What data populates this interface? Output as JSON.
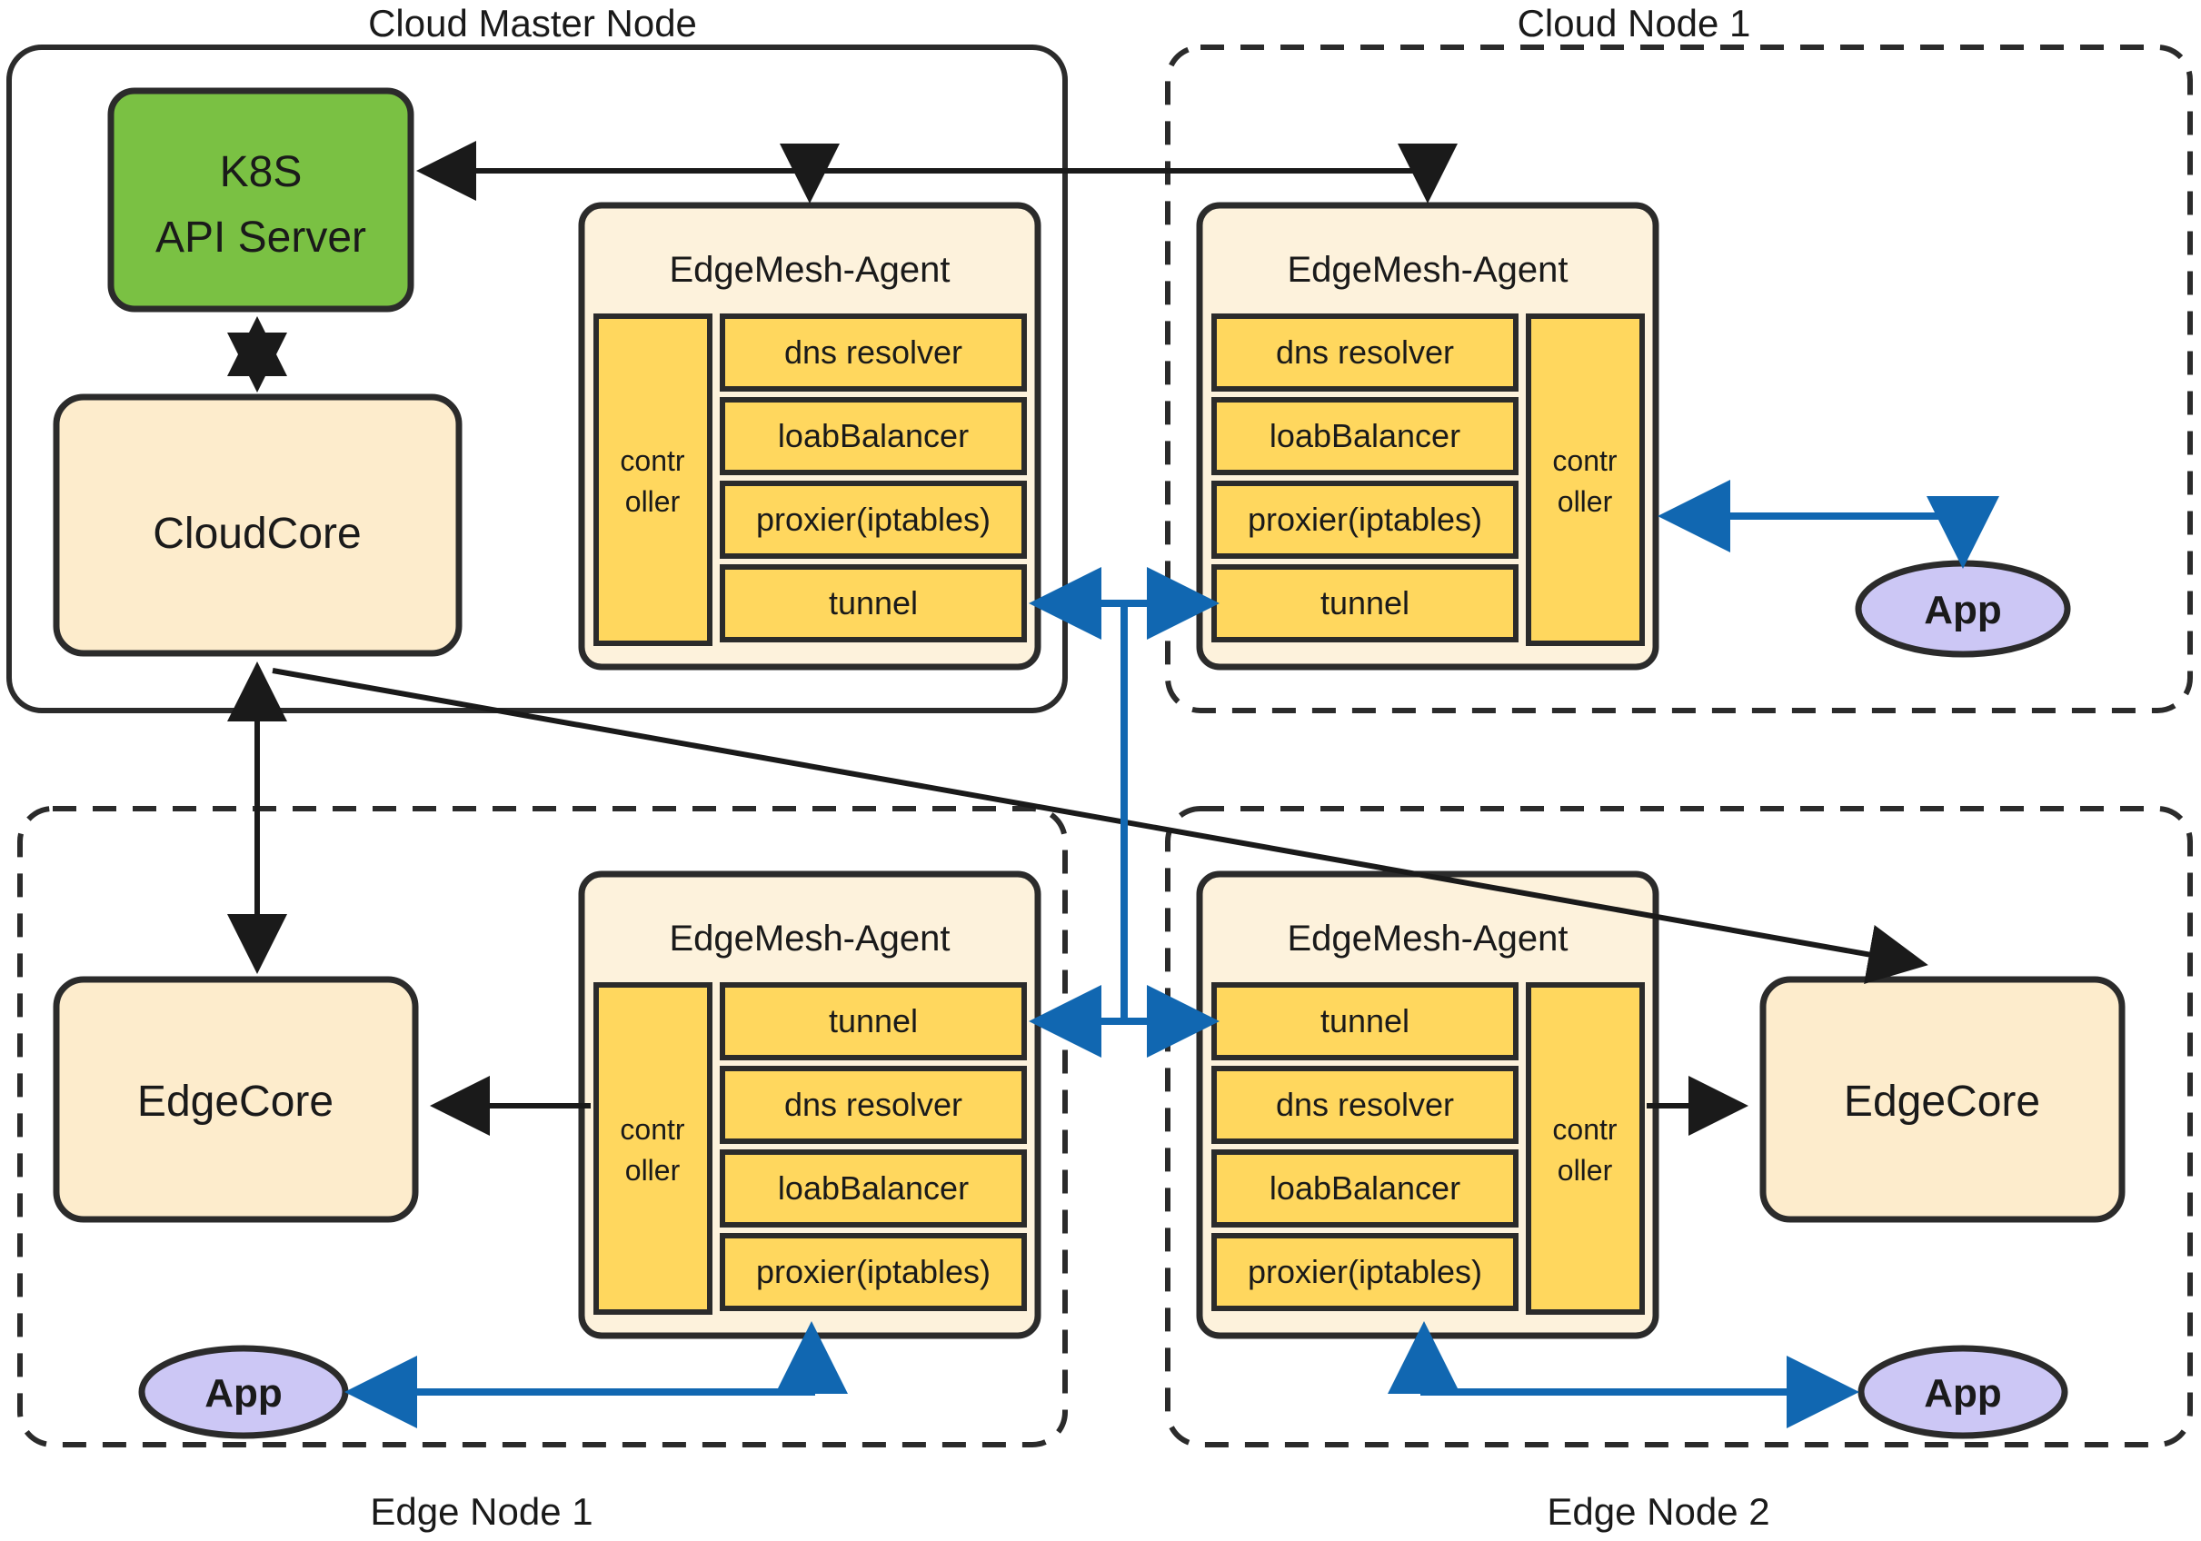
{
  "diagram": {
    "title_cloud_master": "Cloud Master Node",
    "title_cloud_node_1": "Cloud Node 1",
    "title_edge_node_1": "Edge Node  1",
    "title_edge_node_2": "Edge Node 2"
  },
  "colors": {
    "k8s_green": "#7ac143",
    "core_cream": "#fdeccc",
    "module_amber": "#ffd75e",
    "app_lilac": "#ccc7f5",
    "tunnel_blue": "#1167b1",
    "outline_black": "#2b2b2b"
  },
  "cloud_master": {
    "k8s_api_server": {
      "line1": "K8S",
      "line2": "API Server"
    },
    "cloudcore": "CloudCore",
    "agent": {
      "title": "EdgeMesh-Agent",
      "controller": {
        "line1": "contr",
        "line2": "oller"
      },
      "controller_side": "left",
      "modules": [
        "dns resolver",
        "loabBalancer",
        "proxier(iptables)",
        "tunnel"
      ]
    }
  },
  "cloud_node_1": {
    "agent": {
      "title": "EdgeMesh-Agent",
      "controller": {
        "line1": "contr",
        "line2": "oller"
      },
      "controller_side": "right",
      "modules": [
        "dns resolver",
        "loabBalancer",
        "proxier(iptables)",
        "tunnel"
      ]
    },
    "app": "App"
  },
  "edge_node_1": {
    "edgecore": "EdgeCore",
    "agent": {
      "title": "EdgeMesh-Agent",
      "controller": {
        "line1": "contr",
        "line2": "oller"
      },
      "controller_side": "left",
      "modules": [
        "tunnel",
        "dns resolver",
        "loabBalancer",
        "proxier(iptables)"
      ]
    },
    "app": "App"
  },
  "edge_node_2": {
    "edgecore": "EdgeCore",
    "agent": {
      "title": "EdgeMesh-Agent",
      "controller": {
        "line1": "contr",
        "line2": "oller"
      },
      "controller_side": "right",
      "modules": [
        "tunnel",
        "dns resolver",
        "loabBalancer",
        "proxier(iptables)"
      ]
    },
    "app": "App"
  }
}
